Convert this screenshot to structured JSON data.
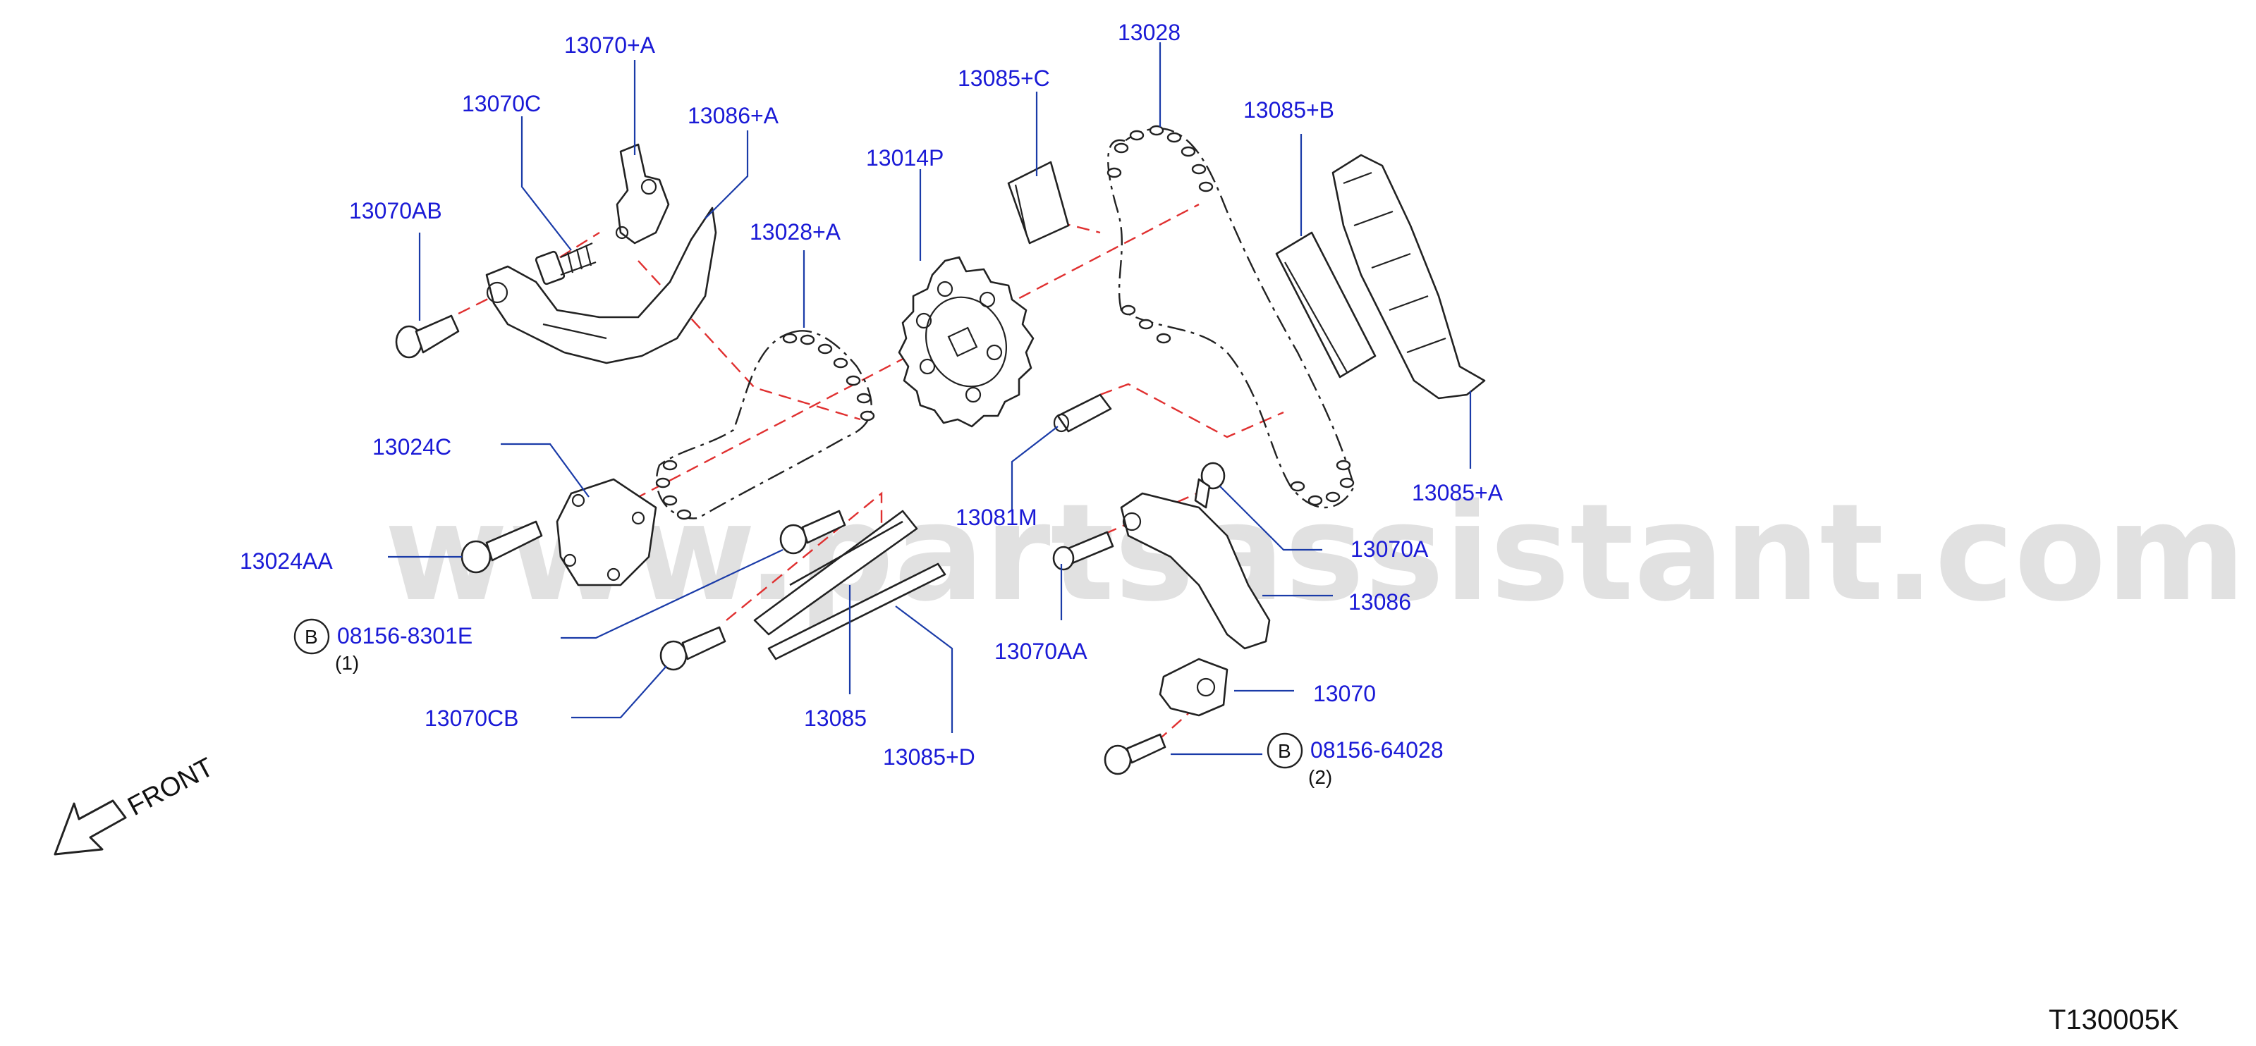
{
  "labels": {
    "l_13070_A": "13070+A",
    "l_13070C": "13070C",
    "l_13086_A": "13086+A",
    "l_13070AB": "13070AB",
    "l_13028_A": "13028+A",
    "l_13014P": "13014P",
    "l_13085_C": "13085+C",
    "l_13028": "13028",
    "l_13085_B": "13085+B",
    "l_13024C": "13024C",
    "l_13024AA": "13024AA",
    "l_08156_8301E": "08156-8301E",
    "l_qty1": "(1)",
    "l_13070CB": "13070CB",
    "l_13085": "13085",
    "l_13085_D": "13085+D",
    "l_13081M": "13081M",
    "l_13070A": "13070A",
    "l_13086": "13086",
    "l_13070AA": "13070AA",
    "l_13070": "13070",
    "l_08156_64028": "08156-64028",
    "l_qty2": "(2)",
    "l_13085_A": "13085+A",
    "bolt_marker": "B"
  },
  "front_label": "FRONT",
  "watermark": "www.partsassistant.com",
  "diagram_code": "T130005K"
}
